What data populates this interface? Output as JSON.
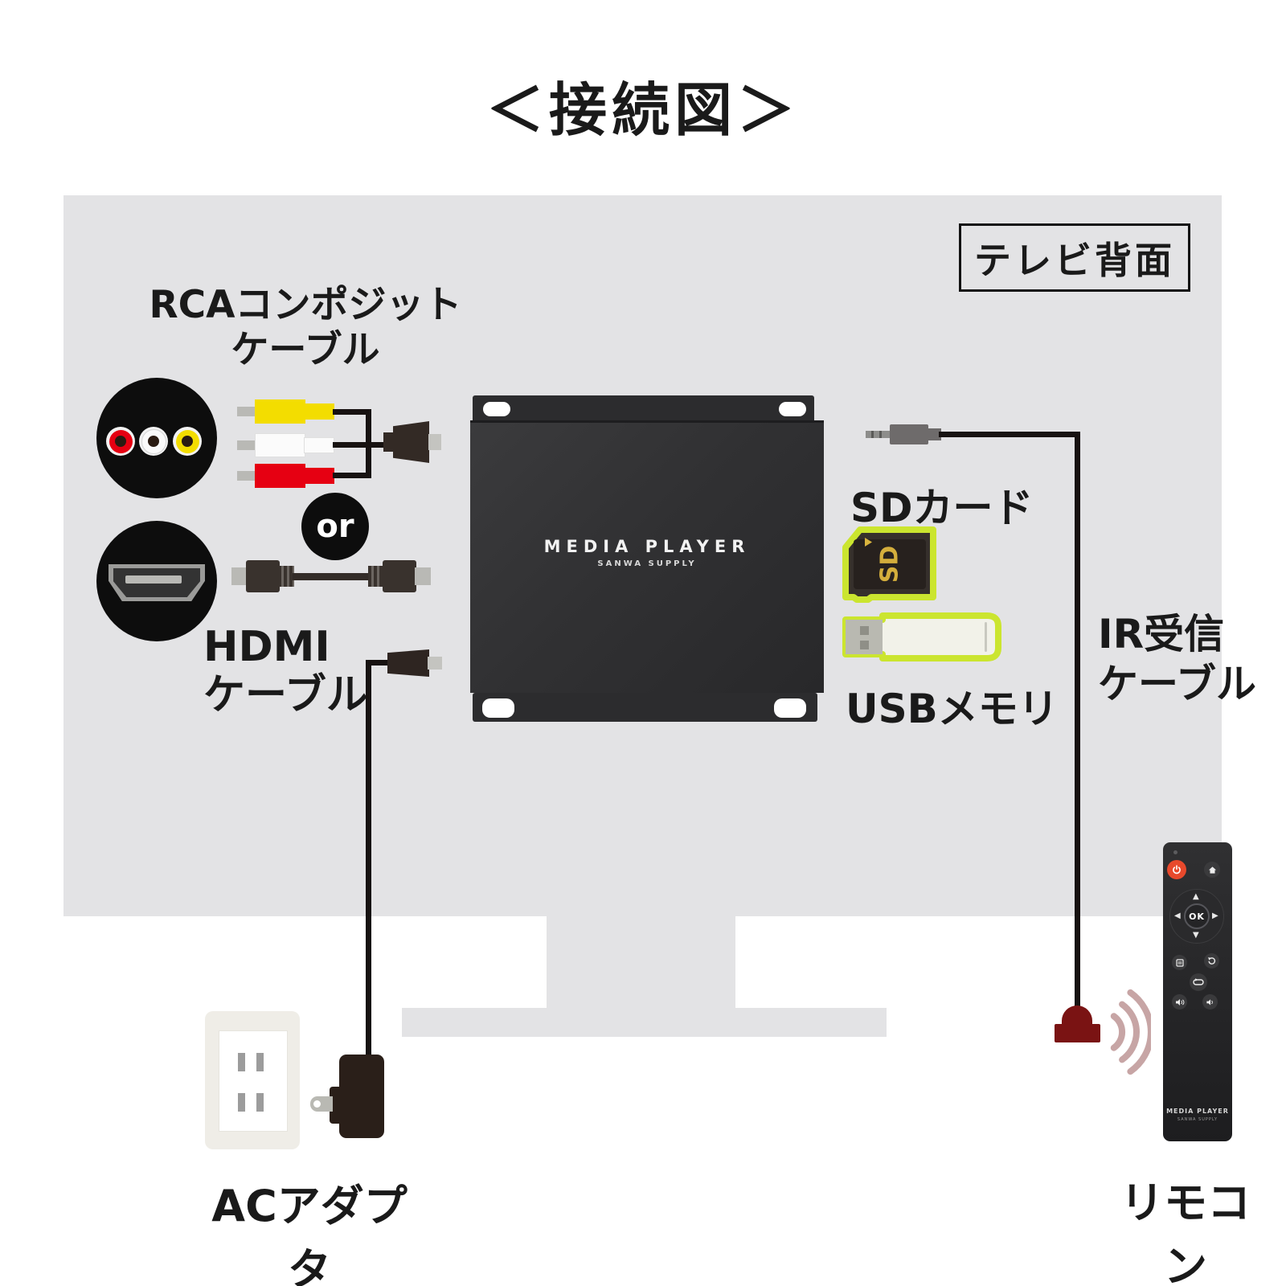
{
  "title": "＜接続図＞",
  "tv": {
    "back_label": "テレビ背面"
  },
  "cables": {
    "rca": {
      "label_line1": "RCAコンポジット",
      "label_line2": "ケーブル",
      "or_label": "or"
    },
    "hdmi": {
      "label_line1": "HDMI",
      "label_line2": "ケーブル"
    },
    "ir": {
      "label_line1": "IR受信",
      "label_line2": "ケーブル"
    }
  },
  "device": {
    "brand": "MEDIA PLAYER",
    "maker": "SANWA SUPPLY"
  },
  "media": {
    "sd_label": "SDカード",
    "sd_text": "SD",
    "usb_label": "USBメモリ"
  },
  "power": {
    "label": "ACアダプタ"
  },
  "remote": {
    "label": "リモコン",
    "ok": "OK",
    "brand": "MEDIA PLAYER",
    "maker": "SANWA SUPPLY"
  },
  "colors": {
    "tv_gray": "#e3e3e5",
    "highlight_lime": "#cbe52f",
    "rca_red": "#e60012",
    "rca_yellow": "#f3dd00",
    "power_button_red": "#e8492c",
    "ir_receiver_maroon": "#7a1313",
    "signal_pink": "#c7a5a5",
    "device_black": "#2e2e30"
  }
}
